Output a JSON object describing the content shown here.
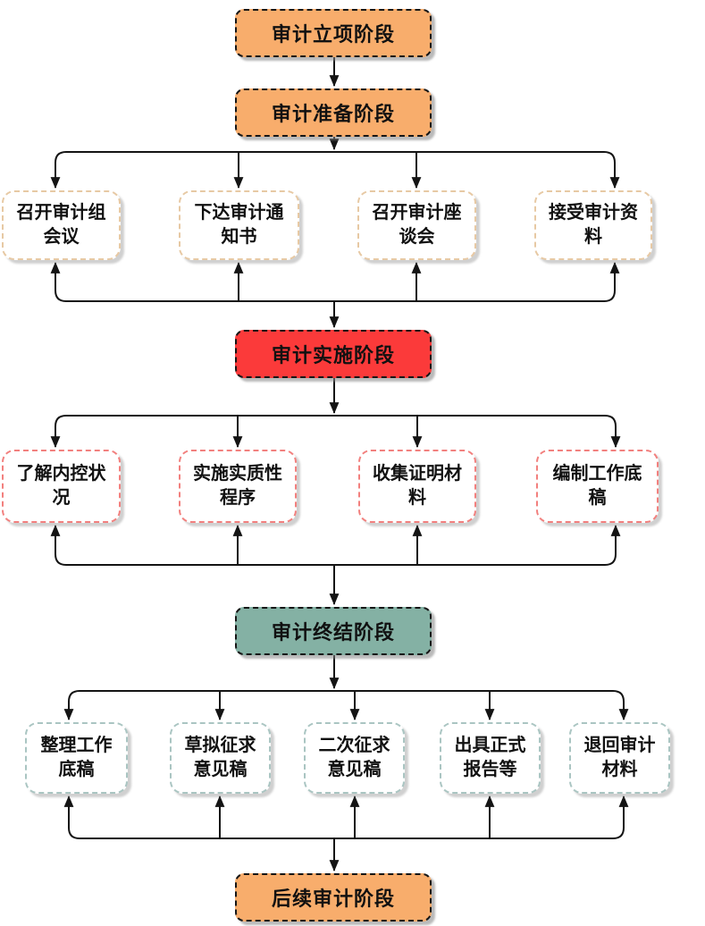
{
  "diagram": {
    "arrow_color": "#141414",
    "phases": [
      {
        "id": "initiation",
        "label": "审计立项阶段",
        "fill": "#F8AD6C"
      },
      {
        "id": "preparation",
        "label": "审计准备阶段",
        "fill": "#F8AD6C"
      },
      {
        "id": "implementation",
        "label": "审计实施阶段",
        "fill": "#FB3A3A"
      },
      {
        "id": "conclusion",
        "label": "审计终结阶段",
        "fill": "#84B1A4"
      },
      {
        "id": "followup",
        "label": "后续审计阶段",
        "fill": "#F8AD6C"
      }
    ],
    "rows": {
      "preparation": {
        "border_color": "#E7C9A4",
        "steps": [
          {
            "label": "召开审计组\n会议"
          },
          {
            "label": "下达审计通\n知书"
          },
          {
            "label": "召开审计座\n谈会"
          },
          {
            "label": "接受审计资\n料"
          }
        ]
      },
      "implementation": {
        "border_color": "#F2807E",
        "steps": [
          {
            "label": "了解内控状\n况"
          },
          {
            "label": "实施实质性\n程序"
          },
          {
            "label": "收集证明材\n料"
          },
          {
            "label": "编制工作底\n稿"
          }
        ]
      },
      "conclusion": {
        "border_color": "#AAC5C2",
        "steps": [
          {
            "label": "整理工作\n底稿"
          },
          {
            "label": "草拟征求\n意见稿"
          },
          {
            "label": "二次征求\n意见稿"
          },
          {
            "label": "出具正式\n报告等"
          },
          {
            "label": "退回审计\n材料"
          }
        ]
      }
    }
  }
}
